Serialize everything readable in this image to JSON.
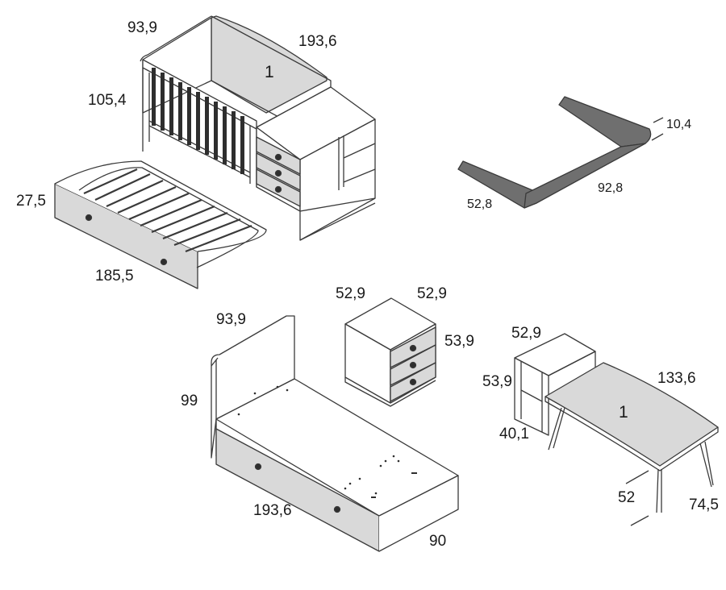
{
  "colors": {
    "line": "#3a3a3a",
    "panel_fill": "#d9d9d9",
    "white_fill": "#ffffff",
    "bar_fill": "#6f6f6f",
    "slat_fill": "#2e2e2e"
  },
  "crib": {
    "width": "93,9",
    "length": "193,6",
    "height": "105,4",
    "panel_number": "1"
  },
  "trundle": {
    "height": "27,5",
    "length": "185,5"
  },
  "guard_rail": {
    "height": "10,4",
    "length": "92,8",
    "side": "52,8"
  },
  "bed": {
    "headboard_width": "93,9",
    "height": "99",
    "length": "193,6",
    "width": "90"
  },
  "nightstand": {
    "width": "52,9",
    "depth": "52,9",
    "height": "53,9"
  },
  "shelf_unit": {
    "width": "52,9",
    "height": "53,9",
    "depth": "40,1"
  },
  "desk": {
    "length": "133,6",
    "depth": "52",
    "height": "74,5",
    "top_number": "1"
  }
}
